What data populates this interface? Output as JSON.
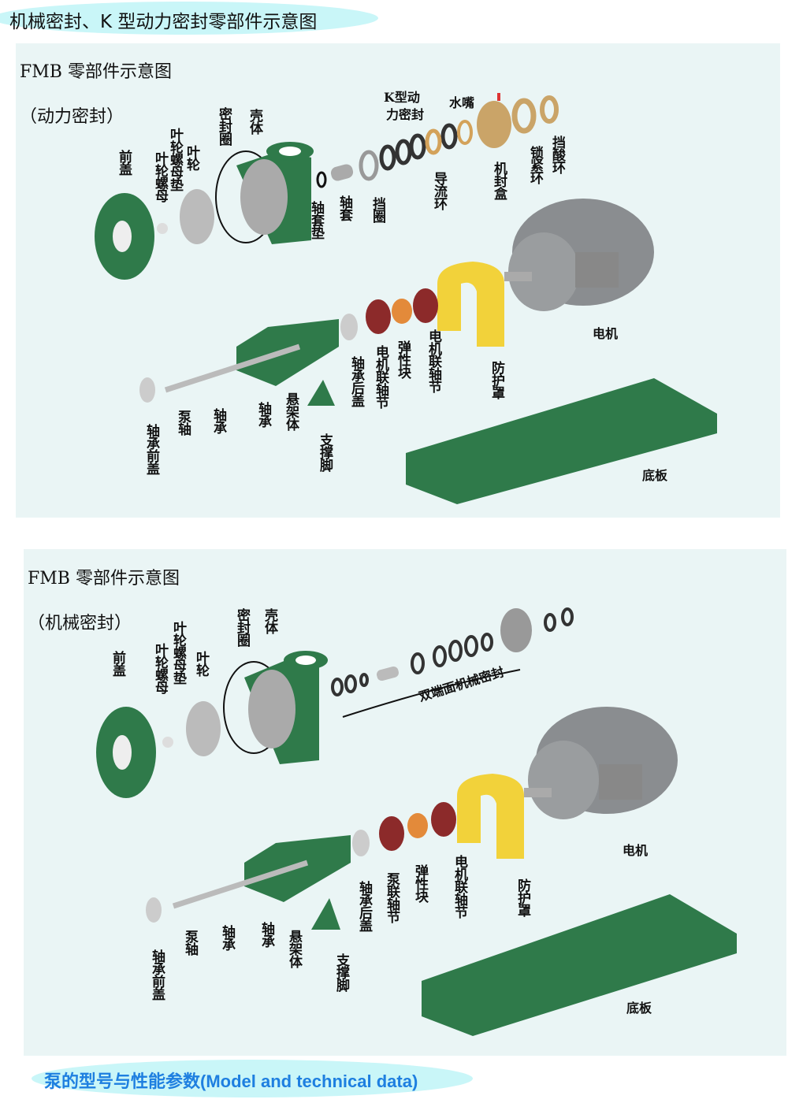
{
  "header": {
    "title": "机械密封、K 型动力密封零部件示意图"
  },
  "diagram1": {
    "title": "FMB 零部件示意图",
    "subtitle": "（动力密封）",
    "labels": [
      "前盖",
      "叶轮螺母",
      "叶轮螺母垫",
      "叶轮",
      "密封圈",
      "壳体",
      "轴套垫",
      "轴套",
      "挡圈",
      "K型动",
      "力密封",
      "水嘴",
      "导流环",
      "机封盒",
      "锁紧环",
      "挡酸环",
      "电机",
      "防护罩",
      "电机联轴节",
      "弹性块",
      "电机联轴节",
      "轴承后盖",
      "悬架体",
      "支撑脚",
      "轴承",
      "轴承",
      "泵轴",
      "轴承前盖",
      "底板"
    ]
  },
  "diagram2": {
    "title": "FMB 零部件示意图",
    "subtitle": "（机械密封）",
    "labels": [
      "前盖",
      "叶轮螺母",
      "叶轮螺母垫",
      "叶轮",
      "密封圈",
      "壳体",
      "双端面机械密封",
      "电机",
      "防护罩",
      "电机联轴节",
      "弹性块",
      "泵联轴节",
      "轴承后盖",
      "悬架体",
      "支撑脚",
      "轴承",
      "轴承",
      "泵轴",
      "轴承前盖",
      "底板"
    ]
  },
  "footer": {
    "title_cn": "泵的型号与性能参数",
    "title_en": "(Model and technical data)"
  },
  "colors": {
    "green": "#2f7a4a",
    "yellow": "#f2d23a",
    "motor": "#8a8d90",
    "banner": "#c9f6f8",
    "footer_text": "#1e7fe0"
  }
}
